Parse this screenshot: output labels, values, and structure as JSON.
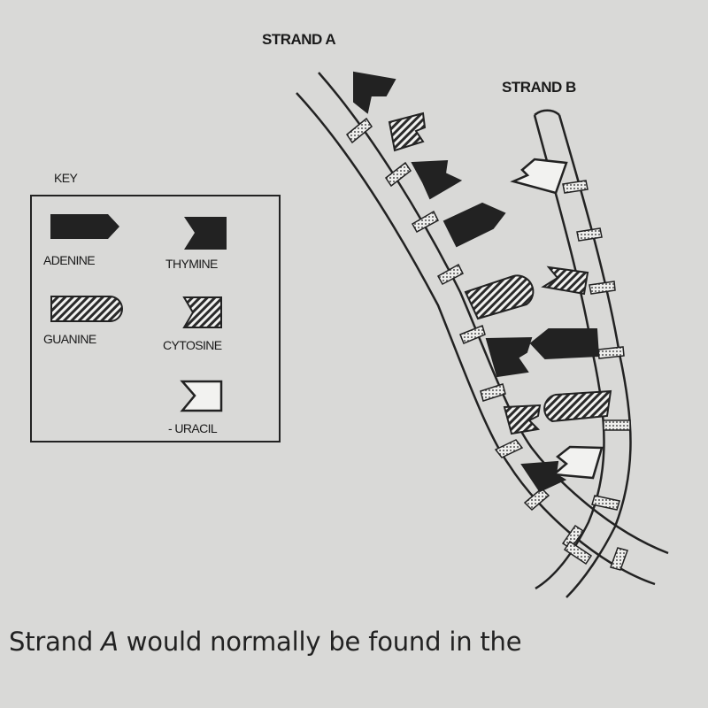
{
  "labels": {
    "strand_a": "STRAND A",
    "strand_b": "STRAND B",
    "key_title": "KEY"
  },
  "key": [
    {
      "base": "adenine",
      "label": "ADENINE"
    },
    {
      "base": "thymine",
      "label": "THYMINE"
    },
    {
      "base": "guanine",
      "label": "GUANINE"
    },
    {
      "base": "cytosine",
      "label": "CYTOSINE"
    },
    {
      "base": "uracil",
      "label": "- URACIL"
    }
  ],
  "strand_a_bases": [
    "thymine",
    "cytosine",
    "thymine",
    "adenine",
    "guanine",
    "thymine",
    "cytosine",
    "thymine"
  ],
  "strand_b_bases": [
    "uracil",
    "cytosine",
    "adenine",
    "guanine",
    "uracil"
  ],
  "question": {
    "prefix": "Strand ",
    "emph": "A",
    "suffix": " would normally be found in the"
  },
  "colors": {
    "ink": "#222222",
    "background": "#d9d9d7"
  }
}
